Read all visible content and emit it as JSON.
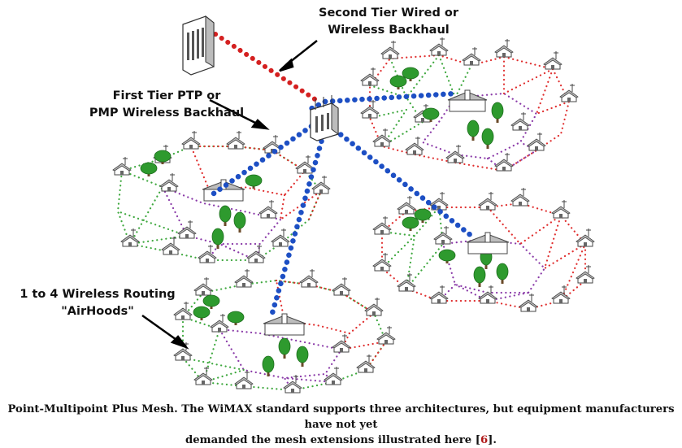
{
  "labels": {
    "second_tier": [
      "Second Tier Wired or",
      "Wireless Backhaul"
    ],
    "first_tier": [
      "First Tier PTP or",
      "PMP Wireless Backhaul"
    ],
    "airhoods": [
      "1 to 4 Wireless Routing",
      "\"AirHoods\""
    ]
  },
  "caption": {
    "line1": "Point-Multipoint Plus Mesh. The WiMAX standard supports three architectures, but equipment manufacturers have not yet",
    "line2_before": "demanded the mesh extensions illustrated here [",
    "ref": "6",
    "line2_after": "]."
  },
  "colors": {
    "backhaul_red": "#d42020",
    "backhaul_blue": "#1d4fc4",
    "mesh_green": "#3fa83f",
    "mesh_purple": "#8a3aa8",
    "mesh_red": "#e03030",
    "tree": "#2e9a2e"
  }
}
